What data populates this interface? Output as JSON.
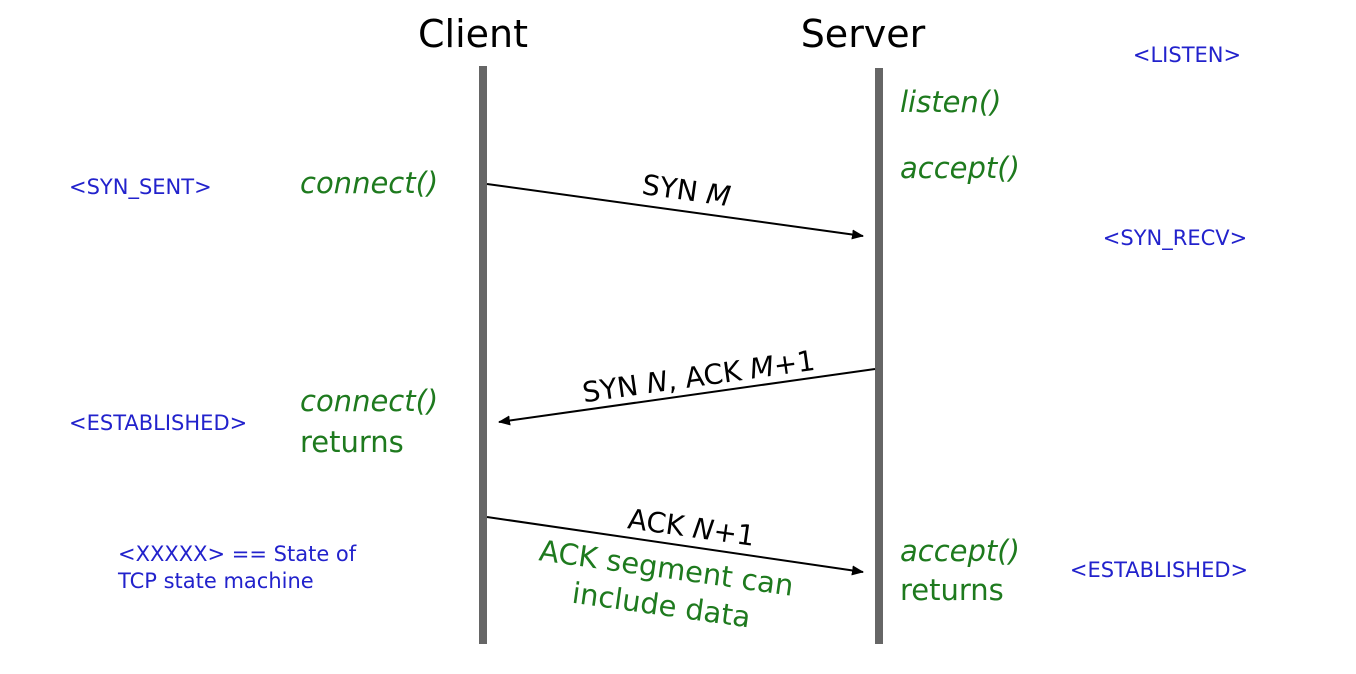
{
  "headers": {
    "client": "Client",
    "server": "Server"
  },
  "states": {
    "listen": "<LISTEN>",
    "syn_sent": "<SYN_SENT>",
    "syn_recv": "<SYN_RECV>",
    "client_established": "<ESTABLISHED>",
    "server_established": "<ESTABLISHED>"
  },
  "legend": {
    "line1": "<XXXXX> == State of",
    "line2": "TCP state machine"
  },
  "calls": {
    "listen": "listen()",
    "accept": "accept()",
    "connect": "connect()",
    "connect_returns_1": "connect()",
    "connect_returns_2": "returns",
    "accept_returns_1": "accept()",
    "accept_returns_2": "returns"
  },
  "messages": {
    "syn": {
      "prefix": "SYN ",
      "var": "M"
    },
    "synack": {
      "p1": "SYN ",
      "v1": "N",
      "p2": ", ACK ",
      "v2": "M",
      "p3": "+1"
    },
    "ack": {
      "prefix": "ACK ",
      "var": "N",
      "suffix": "+1"
    }
  },
  "note": {
    "line1": "ACK segment can",
    "line2": "include data"
  },
  "colors": {
    "state": "#2222cc",
    "call": "#1e7a1e",
    "timeline": "#666666",
    "arrow": "#000000"
  }
}
